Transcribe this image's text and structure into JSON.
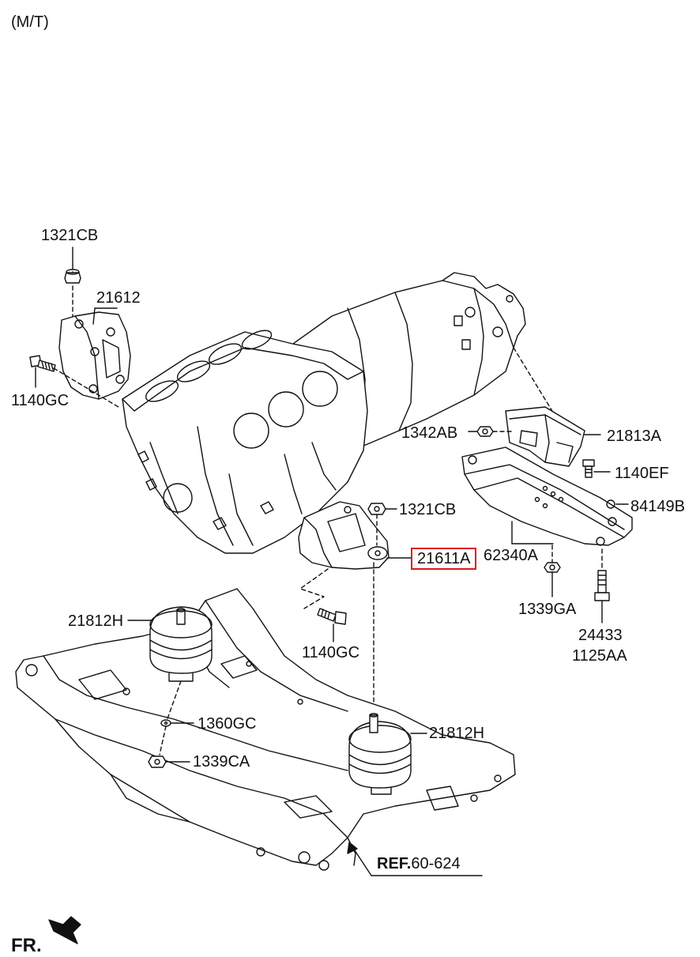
{
  "header": {
    "variant": "(M/T)"
  },
  "labels": {
    "l1321cb_top": "1321CB",
    "l21612": "21612",
    "l1140gc_left": "1140GC",
    "l1342ab": "1342AB",
    "l21813a": "21813A",
    "l1140ef": "1140EF",
    "l1321cb_mid": "1321CB",
    "l84149b": "84149B",
    "l21611a": "21611A",
    "l62340a": "62340A",
    "l1339ga": "1339GA",
    "l24433": "24433",
    "l1125aa": "1125AA",
    "l21812h_left": "21812H",
    "l1140gc_mid": "1140GC",
    "l1360gc": "1360GC",
    "l21812h_right": "21812H",
    "l1339ca": "1339CA"
  },
  "reference": {
    "prefix": "REF.",
    "code": "60-624"
  },
  "orientation": {
    "label": "FR."
  },
  "highlight_color": "#e0141e",
  "icons": {
    "front_arrow": "front-direction-arrow-icon"
  }
}
